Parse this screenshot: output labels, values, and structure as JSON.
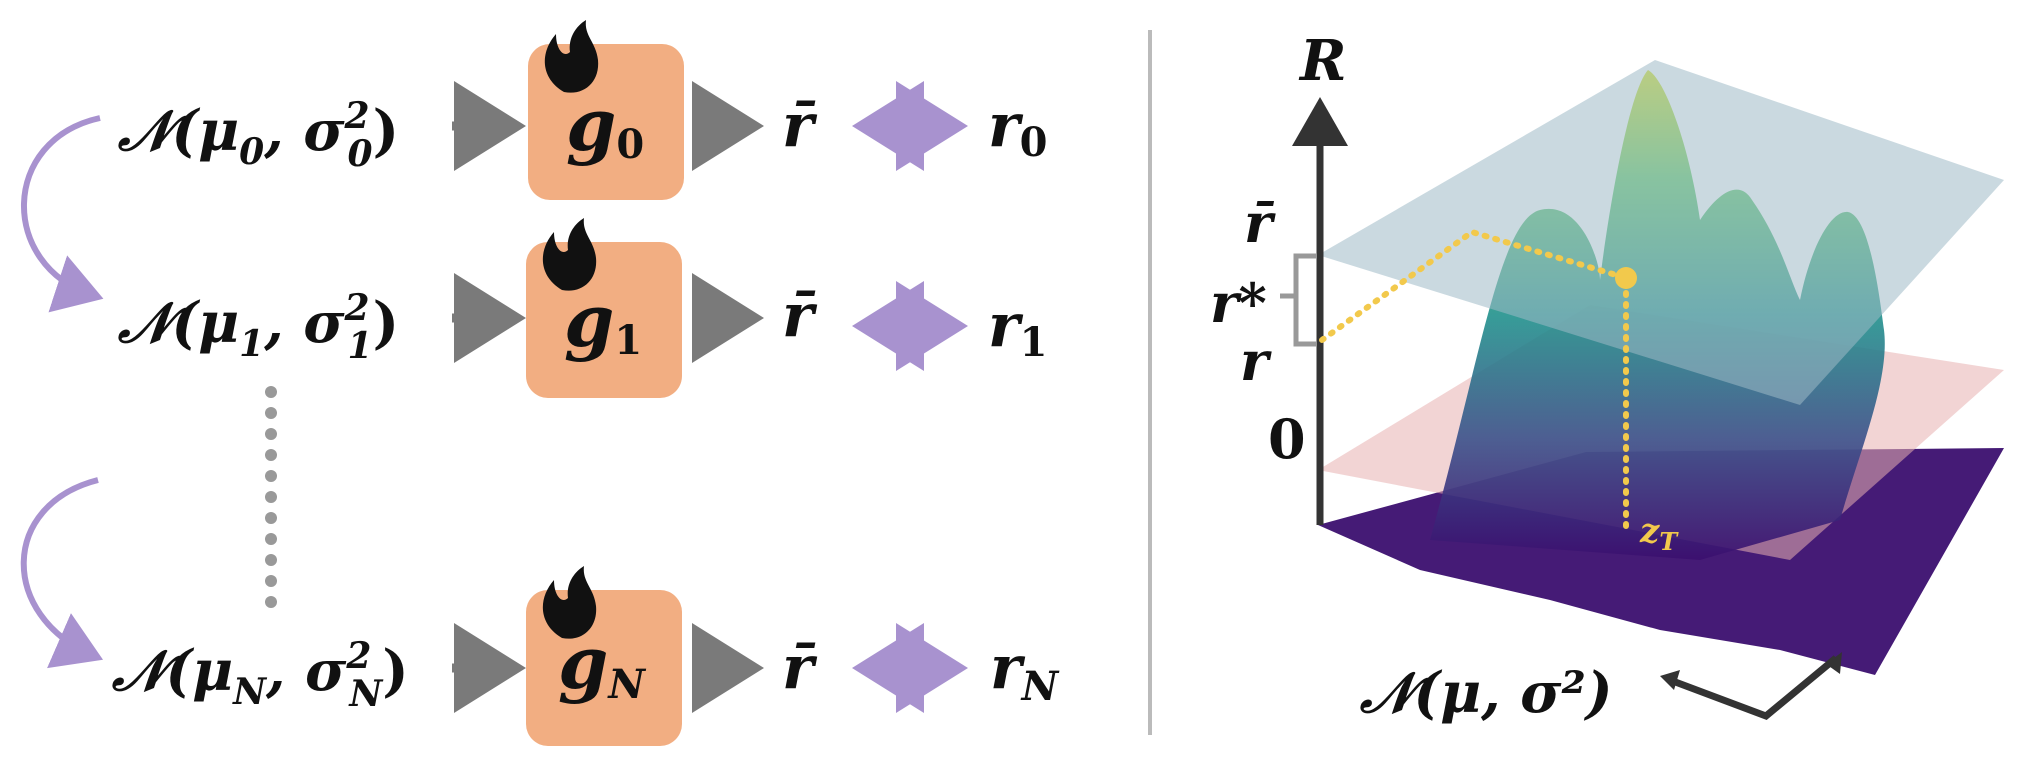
{
  "colors": {
    "box_fill": "#F2AE82",
    "arrow_gray": "#7A7A7A",
    "arrow_purple": "#A892CF",
    "ellipsis_dots": "#999999",
    "divider": "#BBBBBB",
    "upper_plane": "#9FB9C6",
    "lower_plane": "#E7B0B0",
    "surface_low": "#3B0F6F",
    "surface_mid": "#2A9E8A",
    "surface_high": "#D8E219",
    "path_yellow": "#F2C94C",
    "axis": "#333333"
  },
  "icons": {
    "trainable": "flame-icon"
  },
  "left": {
    "rows": [
      {
        "dist_base": "𝒩(μ",
        "dist_sub": "0",
        "dist_mid": ", σ",
        "dist_sup": "2",
        "dist_sub2": "0",
        "dist_end": ")",
        "gen_base": "g",
        "gen_sub": "0",
        "rbar": "r̄",
        "r_base": "r",
        "r_sub": "0"
      },
      {
        "dist_base": "𝒩(μ",
        "dist_sub": "1",
        "dist_mid": ", σ",
        "dist_sup": "2",
        "dist_sub2": "1",
        "dist_end": ")",
        "gen_base": "g",
        "gen_sub": "1",
        "rbar": "r̄",
        "r_base": "r",
        "r_sub": "1"
      },
      {
        "dist_base": "𝒩(μ",
        "dist_sub": "N",
        "dist_mid": ", σ",
        "dist_sup": "2",
        "dist_sub2": "N",
        "dist_end": ")",
        "gen_base": "g",
        "gen_sub": "N",
        "rbar": "r̄",
        "r_base": "r",
        "r_sub": "N"
      }
    ]
  },
  "right": {
    "y_axis_label": "R",
    "labels": {
      "rbar": "r̄",
      "rstar": "r*",
      "r": "r",
      "zero": "0"
    },
    "point_label": "z",
    "point_label_sub": "T",
    "bottom_label": "𝒩(μ, σ²)"
  }
}
